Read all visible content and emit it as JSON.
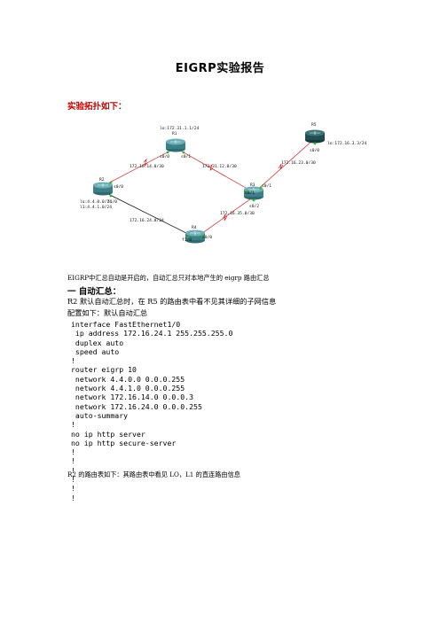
{
  "document": {
    "title": "EIGRP实验报告",
    "topology_heading": "实验拓扑如下：",
    "caption": "EIGRP中汇总自动是开启的，自动汇总只对本地产生的 eigrp 路由汇总",
    "section_heading": "一 自动汇总：",
    "paragraph_1": "R2 默认自动汇总时，在 R5 的路由表中看不见其详细的子网信息",
    "paragraph_2": "配置如下：默认自动汇总",
    "config_lines": [
      "interface FastEthernet1/0",
      " ip address 172.16.24.1 255.255.255.0",
      " duplex auto",
      " speed auto",
      "!",
      "router eigrp 10",
      " network 4.4.0.0 0.0.0.255",
      " network 4.4.1.0 0.0.0.255",
      " network 172.16.14.0 0.0.0.3",
      " network 172.16.24.0 0.0.0.255",
      " auto-summary",
      "!",
      "no ip http server",
      "no ip http secure-server",
      "!",
      "!",
      "!",
      "!",
      "!",
      "!"
    ],
    "routing_note": "R2 的路由表如下：其路由表中看见 LO，L1 的直连路由信息"
  },
  "topology": {
    "routers": {
      "r1": {
        "name": "R1",
        "loopback": "lo:172.31.1.1/24",
        "if_left": "s0/0",
        "if_right": "s0/1"
      },
      "r2": {
        "name": "R2",
        "loopback_0": "lo:4.4.0.0/24",
        "loopback_1": "l1:4.4.1.0/24",
        "if_top": "s0/0",
        "if_bottom": "f1/0"
      },
      "r3": {
        "name": "R3",
        "if_left": "s0/1",
        "if_right": "s0/1",
        "if_bottom": "s0/2"
      },
      "r4": {
        "name": "R4",
        "if_left": "f1/0",
        "if_right": "s0/0"
      },
      "r5": {
        "name": "R5",
        "loopback": "lo:172.16.3.3/24",
        "if_bottom": "s0/0"
      }
    },
    "links": {
      "r1_r2": "172.16.14.0/30",
      "r1_r3": "172.31.12.0/30",
      "r3_r5": "172.16.23.0/30",
      "r2_r4": "172.16.24.0/24",
      "r3_r4": "172.16.35.0/30"
    },
    "colors": {
      "serial_link": "#d11a1a",
      "ethernet_link": "#222222",
      "router_body": "#3d7f86",
      "router_r5": "#1f4d50",
      "port_dot": "#2fb82f"
    }
  }
}
